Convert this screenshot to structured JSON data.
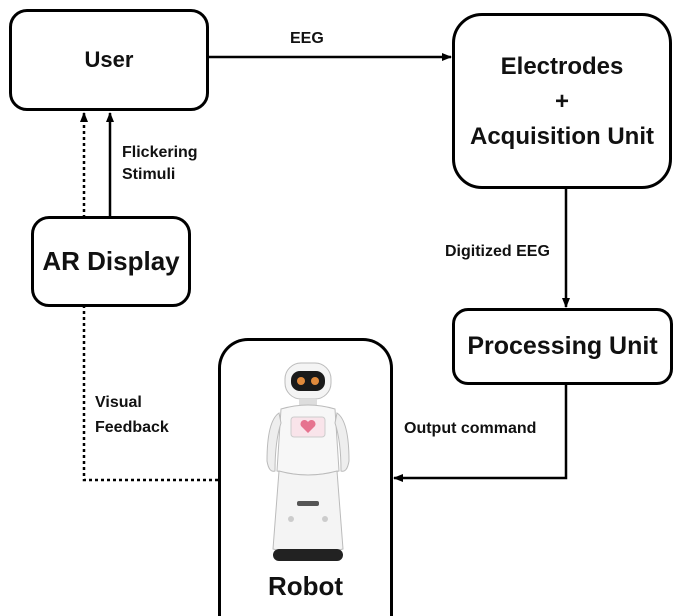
{
  "nodes": {
    "user": "User",
    "electrodes_line1": "Electrodes",
    "electrodes_line2": "+",
    "electrodes_line3": "Acquisition Unit",
    "ar_display": "AR Display",
    "processing_unit": "Processing Unit",
    "robot": "Robot"
  },
  "edges": {
    "eeg": "EEG",
    "flickering_line1": "Flickering",
    "flickering_line2": "Stimuli",
    "digitized_eeg": "Digitized EEG",
    "output_command": "Output command",
    "visual_line1": "Visual",
    "visual_line2": "Feedback"
  }
}
